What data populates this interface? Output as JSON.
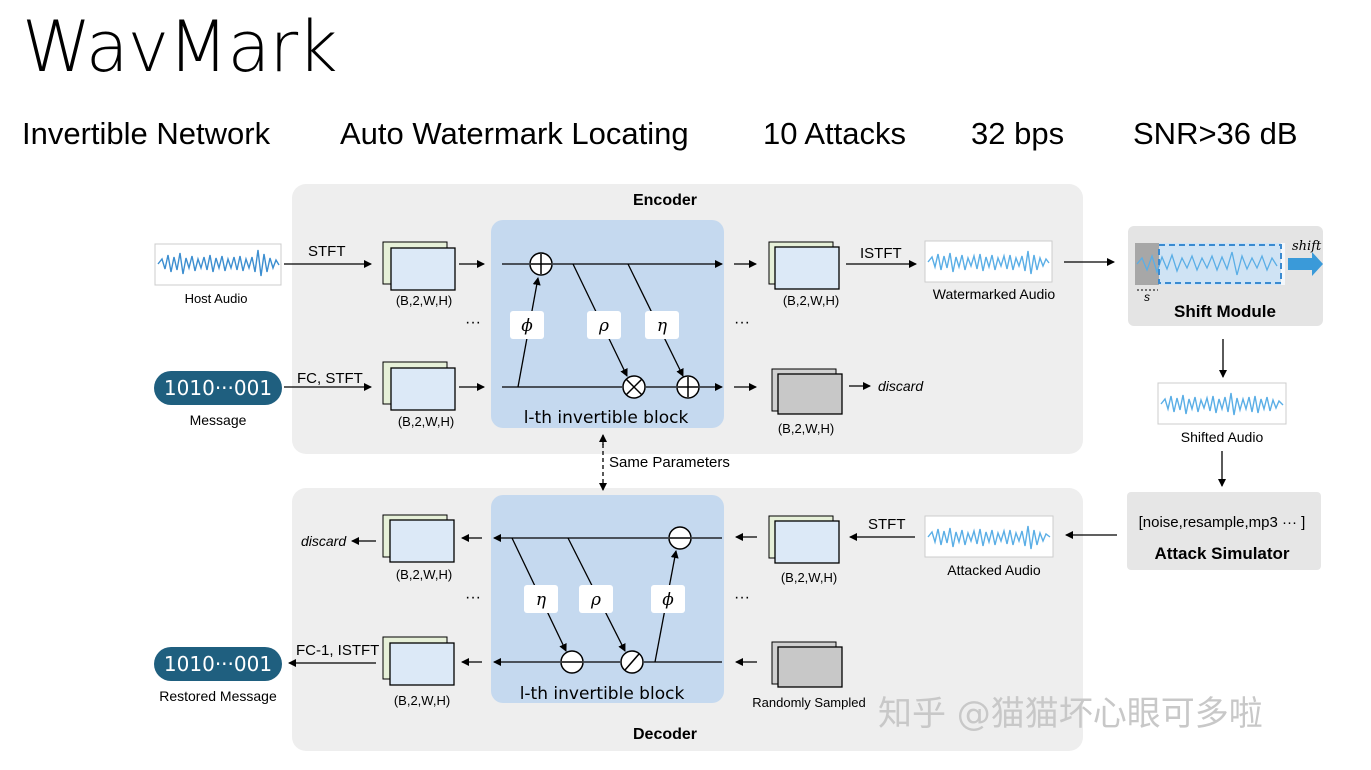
{
  "title": "WavMark",
  "features": [
    "Invertible Network",
    "Auto Watermark Locating",
    "10 Attacks",
    "32 bps",
    "SNR>36 dB"
  ],
  "encoder": {
    "title": "Encoder",
    "host_audio": "Host Audio",
    "message": "Message",
    "message_bits": "1010···001",
    "stft": "STFT",
    "fc_stft": "FC, STFT",
    "shape": "(B,2,W,H)",
    "istft": "ISTFT",
    "watermarked_audio": "Watermarked Audio",
    "discard": "discard",
    "phi": "ϕ",
    "rho": "ρ",
    "eta": "η",
    "dots": "···",
    "block_label": "l-th invertible block"
  },
  "same_parameters": "Same Parameters",
  "decoder": {
    "title": "Decoder",
    "discard": "discard",
    "shape": "(B,2,W,H)",
    "stft": "STFT",
    "attacked_audio": "Attacked Audio",
    "fc_istft": "FC-1, ISTFT",
    "restored_message": "Restored Message",
    "message_bits": "1010···001",
    "randomly_sampled": "Randomly Sampled",
    "eta": "η",
    "rho": "ρ",
    "phi": "ϕ",
    "dots": "···",
    "block_label": "l-th invertible block"
  },
  "shift_module": {
    "label": "Shift Module",
    "shift": "shift",
    "s": "s"
  },
  "shifted_audio": "Shifted Audio",
  "attack_simulator": {
    "list": "[noise,resample,mp3 ··· ]",
    "label": "Attack Simulator"
  },
  "watermark_text": "知乎 @猫猫坏心眼可多啦",
  "colors": {
    "panel": "#eeeeee",
    "block": "#c5d9ef",
    "pill": "#1f5f7f",
    "wave": "#3c8ed0",
    "shift_arrow": "#3a9ad9"
  }
}
